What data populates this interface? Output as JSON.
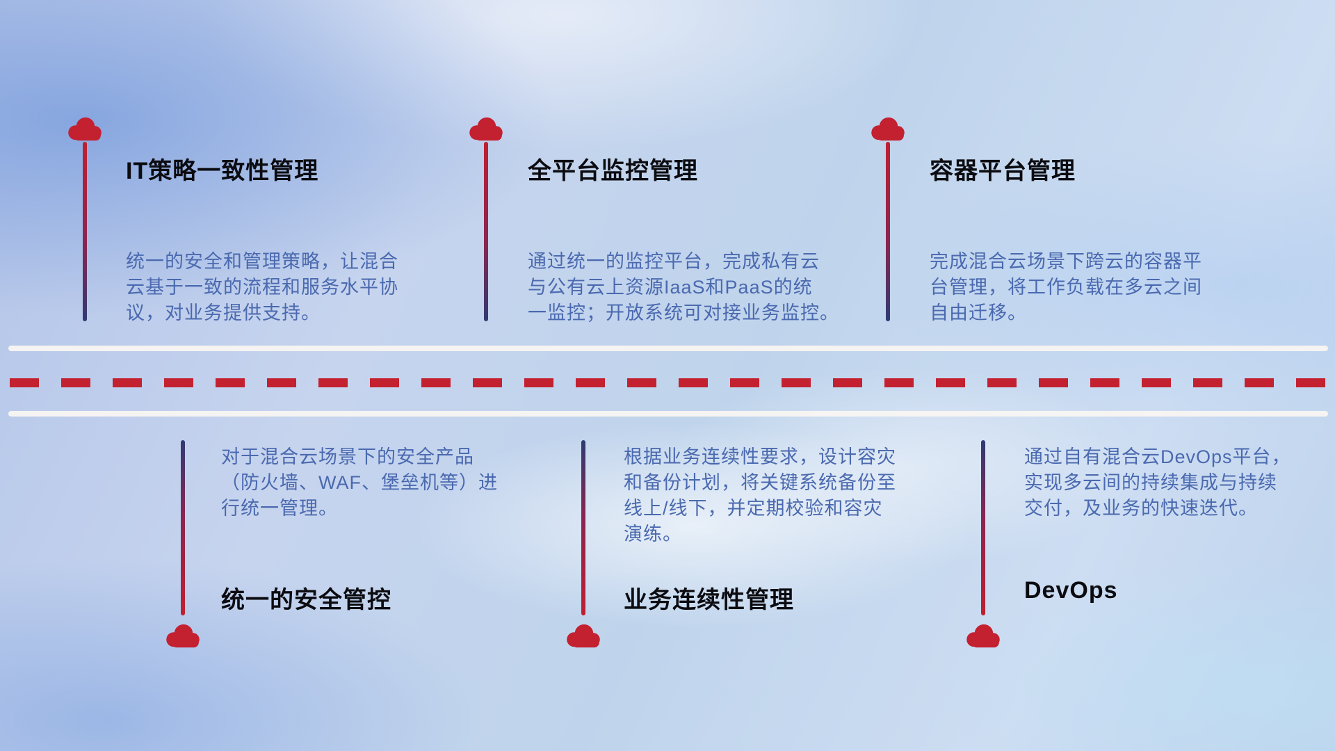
{
  "diagram_title": "hybrid-cloud-capability-timeline",
  "palette": {
    "red": "#c32030",
    "dark_blue": "#2f3a72",
    "description_text": "#4a69af",
    "title_text": "#0b0b10",
    "road_white": "#f8f5f2"
  },
  "icons": {
    "marker": "cloud-icon"
  },
  "top_items": [
    {
      "title": "IT策略一致性管理",
      "desc_lines": [
        "统一的安全和管理策略，让混合",
        "云基于一致的流程和服务水平协",
        "议，对业务提供支持。"
      ]
    },
    {
      "title": "全平台监控管理",
      "desc_lines": [
        "通过统一的监控平台，完成私有云",
        "与公有云上资源IaaS和PaaS的统",
        "一监控；开放系统可对接业务监控。"
      ]
    },
    {
      "title": "容器平台管理",
      "desc_lines": [
        "完成混合云场景下跨云的容器平",
        "台管理，将工作负载在多云之间",
        "自由迁移。"
      ]
    }
  ],
  "bottom_items": [
    {
      "title": "统一的安全管控",
      "desc_lines": [
        "对于混合云场景下的安全产品",
        "（防火墙、WAF、堡垒机等）进",
        "行统一管理。"
      ]
    },
    {
      "title": "业务连续性管理",
      "desc_lines": [
        "根据业务连续性要求，设计容灾",
        "和备份计划，将关键系统备份至",
        "线上/线下，并定期校验和容灾",
        "演练。"
      ]
    },
    {
      "title": "DevOps",
      "desc_lines": [
        "通过自有混合云DevOps平台，",
        "实现多云间的持续集成与持续",
        "交付，及业务的快速迭代。"
      ]
    }
  ]
}
